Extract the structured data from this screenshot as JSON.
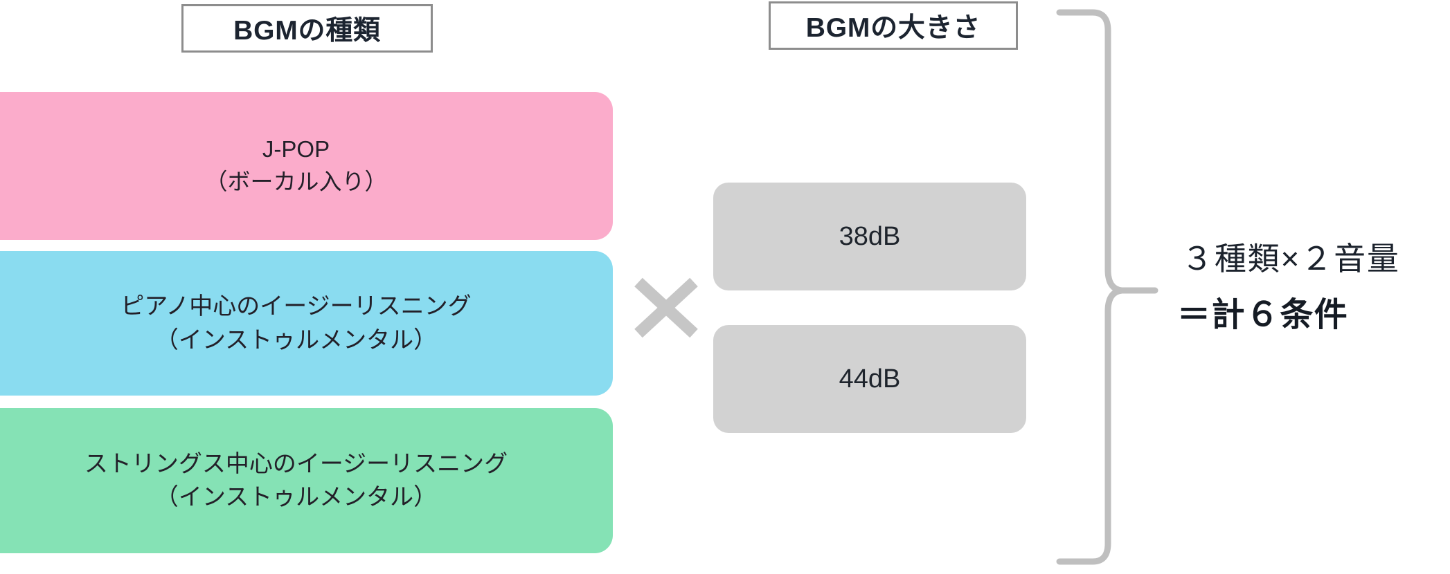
{
  "diagram": {
    "columns": {
      "type_header": "BGMの種類",
      "volume_header": "BGMの大きさ"
    },
    "bgm_types": [
      {
        "id": "jpop",
        "line1": "J-POP",
        "line2": "（ボーカル入り）",
        "color": "#fbaccb"
      },
      {
        "id": "piano",
        "line1": "ピアノ中心のイージーリスニング",
        "line2": "（インストゥルメンタル）",
        "color": "#8adcf0"
      },
      {
        "id": "strings",
        "line1": "ストリングス中心のイージーリスニング",
        "line2": "（インストゥルメンタル）",
        "color": "#85e2b5"
      }
    ],
    "operator": "×",
    "volumes": [
      {
        "id": "38db",
        "label": "38dB",
        "color": "#d2d2d2"
      },
      {
        "id": "44db",
        "label": "44dB",
        "color": "#d2d2d2"
      }
    ],
    "summary": {
      "line1": "３種類×２音量",
      "line2": "＝計６条件"
    },
    "colors": {
      "header_border": "#8d8d8d",
      "operator": "#c6c6c6",
      "brace": "#bfbfbf",
      "text_dark": "#1c2430",
      "background": "#ffffff"
    }
  }
}
